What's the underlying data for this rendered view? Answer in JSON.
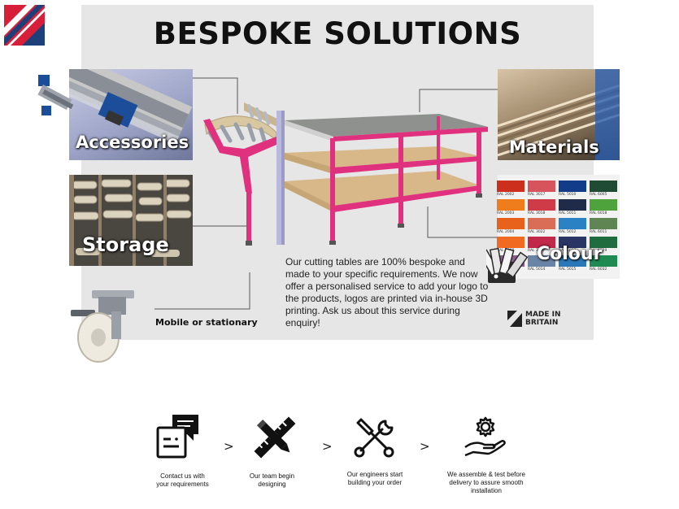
{
  "title": "BESPOKE SOLUTIONS",
  "categories": [
    {
      "key": "accessories",
      "label": "Accessories"
    },
    {
      "key": "storage",
      "label": "Storage"
    },
    {
      "key": "materials",
      "label": "Materials"
    },
    {
      "key": "colour",
      "label": "Colour"
    }
  ],
  "mobile_label": "Mobile or stationary",
  "description": "Our cutting tables are 100% bespoke and made to your specific requirements. We now offer a personalised service to add your logo to the products, logos are printed via in-house 3D printing. Ask us about this service during enquiry!",
  "made_in": {
    "line1": "MADE IN",
    "line2": "BRITAIN"
  },
  "ral_swatches": [
    {
      "code": "RAL 2002",
      "color": "#cc2f1c"
    },
    {
      "code": "RAL 3017",
      "color": "#d8545c"
    },
    {
      "code": "RAL 5010",
      "color": "#123b8a"
    },
    {
      "code": "RAL 6005",
      "color": "#1f4a34"
    },
    {
      "code": "RAL 2003",
      "color": "#f07d1c"
    },
    {
      "code": "RAL 3018",
      "color": "#cf3c48"
    },
    {
      "code": "RAL 5011",
      "color": "#1f2b48"
    },
    {
      "code": "RAL 6018",
      "color": "#4ea33d"
    },
    {
      "code": "RAL 2004",
      "color": "#e9621c"
    },
    {
      "code": "RAL 3022",
      "color": "#d96d55"
    },
    {
      "code": "RAL 5012",
      "color": "#2a82c4"
    },
    {
      "code": "RAL 6011",
      "color": "#5f8553"
    },
    {
      "code": "RAL 2008",
      "color": "#f06a22"
    },
    {
      "code": "RAL 3027",
      "color": "#c2284a"
    },
    {
      "code": "RAL 5013",
      "color": "#283565"
    },
    {
      "code": "RAL 6029",
      "color": "#1f6d3f"
    },
    {
      "code": "RAL 4001",
      "color": "#8a5d8c"
    },
    {
      "code": "RAL 5014",
      "color": "#6a84a6"
    },
    {
      "code": "RAL 5015",
      "color": "#2b78b8"
    },
    {
      "code": "RAL 6032",
      "color": "#1f8b53"
    }
  ],
  "steps": [
    {
      "icon": "chat-form-icon",
      "caption_lines": [
        "Contact us with",
        "your requirements"
      ]
    },
    {
      "icon": "pencil-ruler-icon",
      "caption_lines": [
        "Our team begin",
        "designing"
      ]
    },
    {
      "icon": "wrench-screwdriver-icon",
      "caption_lines": [
        "Our engineers start",
        "building your order"
      ]
    },
    {
      "icon": "gear-hand-icon",
      "caption_lines": [
        "We assemble & test before",
        "delivery to assure smooth",
        "installation"
      ]
    }
  ],
  "chevron": ">",
  "colors": {
    "frame_pink": "#e0317e",
    "panel_bg": "#e6e6e6",
    "brand_red": "#d71f3a",
    "brand_blue": "#1d3f7a"
  }
}
